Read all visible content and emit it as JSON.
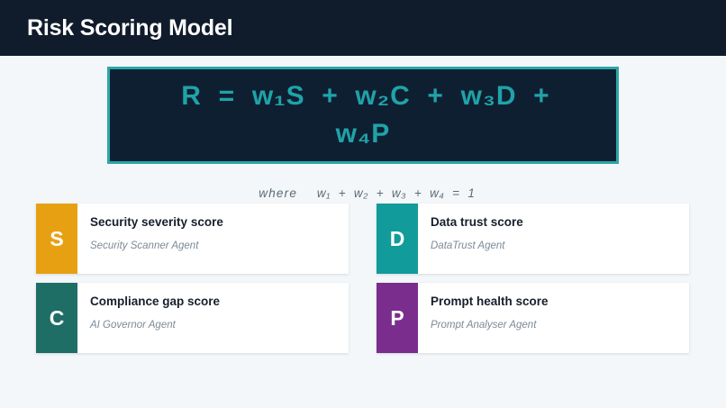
{
  "header": {
    "title": "Risk Scoring Model",
    "background_color": "#101c2b",
    "title_color": "#ffffff"
  },
  "page": {
    "background_color": "#f3f7f9"
  },
  "formula": {
    "line1": "R  =  w₁S  +  w₂C  +  w₃D  +",
    "line2": "w₄P",
    "text_color": "#1fa3a8",
    "box_background": "#0f1f32",
    "box_border_color": "#2ca6a8"
  },
  "constraint": {
    "where_label": "where",
    "expression": "w₁  +  w₂  +  w₃  +  w₄  =  1",
    "text_color": "#5b6b78"
  },
  "cards": [
    {
      "letter": "S",
      "title": "Security severity score",
      "agent": "Security Scanner Agent",
      "badge_color": "#e8a013",
      "name": "security-severity"
    },
    {
      "letter": "D",
      "title": "Data trust score",
      "agent": "DataTrust Agent",
      "badge_color": "#129b9b",
      "name": "data-trust"
    },
    {
      "letter": "C",
      "title": "Compliance gap score",
      "agent": "AI Governor Agent",
      "badge_color": "#1e6e66",
      "name": "compliance-gap"
    },
    {
      "letter": "P",
      "title": "Prompt health score",
      "agent": "Prompt Analyser Agent",
      "badge_color": "#7b2d8e",
      "name": "prompt-health"
    }
  ]
}
